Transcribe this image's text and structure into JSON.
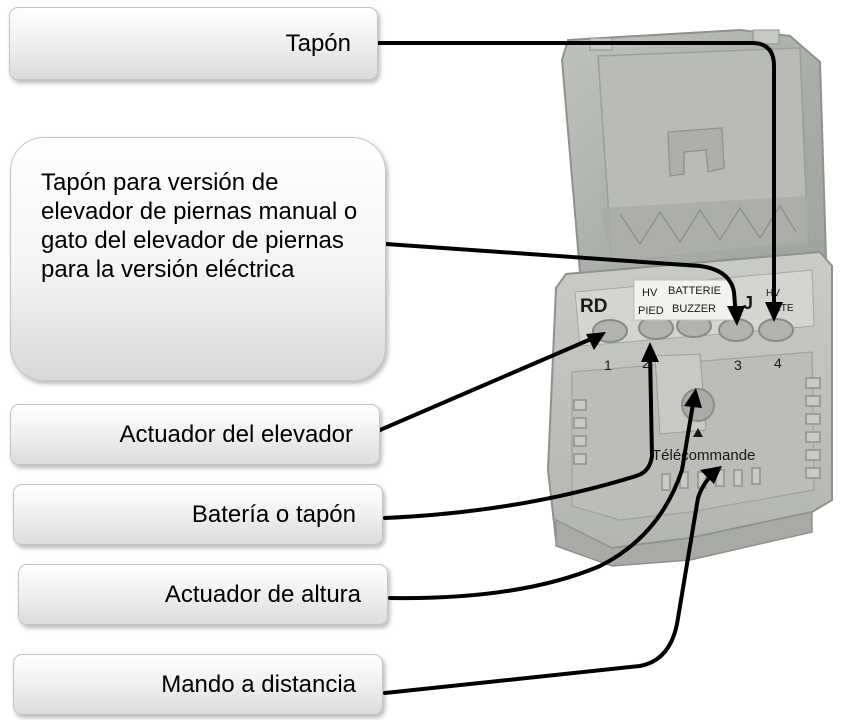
{
  "callouts": {
    "tapon": "Tapón",
    "tapon_version": "Tapón para versión de elevador de piernas manual o gato del elevador de piernas para la versión eléctrica",
    "actuador_elevador": "Actuador del elevador",
    "bateria": "Batería o tapón",
    "actuador_altura": "Actuador de altura",
    "mando": "Mando a distancia"
  },
  "box_labels": {
    "rd": "RD",
    "hv_left": "HV",
    "pied": "PIED",
    "batterie": "BATTERIE",
    "buzzer": "BUZZER",
    "j": "J",
    "hv_right": "HV",
    "tete": "TETE",
    "port1": "1",
    "port2": "2",
    "port3": "3",
    "port4": "4",
    "telecommande": "Télécommande"
  }
}
